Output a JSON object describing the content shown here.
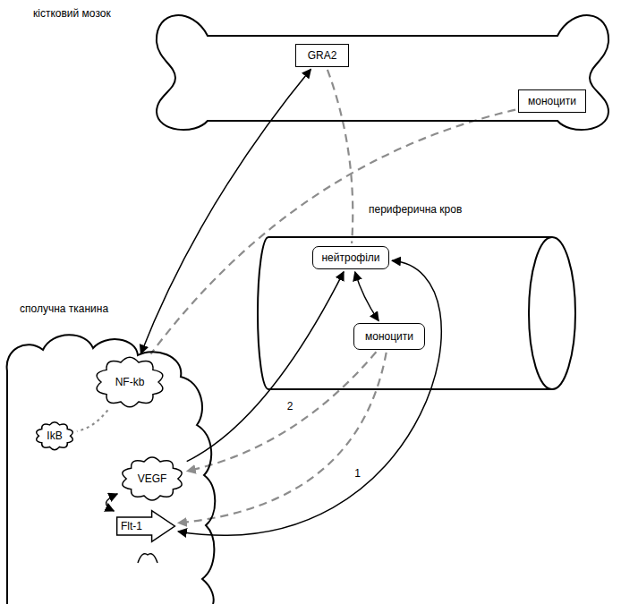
{
  "diagram": {
    "nodes": [
      {
        "text": [
          "кістковий мозок"
        ]
      },
      {
        "text": [
          "GRA2"
        ],
        "in": 0
      },
      {
        "text": [
          "моноцити"
        ],
        "in": 0
      },
      {
        "text": [
          "периферична кров"
        ]
      },
      {
        "text": [
          "нейтрофіли"
        ],
        "in": 3
      },
      {
        "text": [
          "моноцити"
        ],
        "in": 3
      },
      {
        "text": [
          "сполучна тканина"
        ]
      },
      {
        "text": [
          "NF-kb"
        ],
        "in": 6
      },
      {
        "text": [
          "IkB"
        ],
        "in": 6
      },
      {
        "text": [
          "VEGF"
        ],
        "in": 6
      },
      {
        "text": [
          "Flt-1"
        ],
        "in": 6
      }
    ],
    "edges": [
      {
        "from": 7,
        "to": 1,
        "arrow": "both"
      },
      {
        "from": 1,
        "to": 4,
        "arrow": "none"
      },
      {
        "from": 2,
        "to": 7,
        "arrow": "none"
      },
      {
        "from": 7,
        "to": 8,
        "arrow": "none"
      },
      {
        "from": 4,
        "to": 5,
        "arrow": "both"
      },
      {
        "from": 9,
        "to": 4,
        "arrow": "to",
        "label": "2"
      },
      {
        "from": 5,
        "to": 9,
        "arrow": "to"
      },
      {
        "from": 10,
        "to": 4,
        "arrow": "both",
        "label": "1"
      },
      {
        "from": 5,
        "to": 10,
        "arrow": "to"
      },
      {
        "from": 9,
        "to": 10,
        "arrow": "both"
      }
    ]
  }
}
